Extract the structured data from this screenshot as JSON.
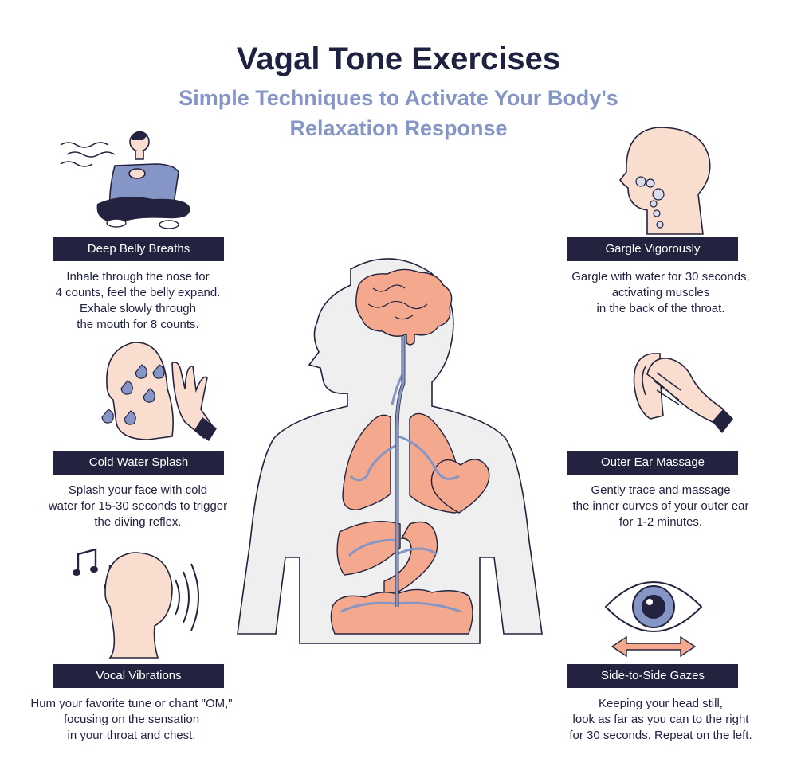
{
  "title": "Vagal Tone Exercises",
  "subtitle": "Simple Techniques to Activate Your Body's Relaxation Response",
  "colors": {
    "navy": "#23233f",
    "periwinkle": "#8596c6",
    "peach": "#f9ddcf",
    "salmon": "#f4a88d",
    "body_gray": "#efefef"
  },
  "exercises": [
    {
      "label": "Deep Belly Breaths",
      "icon": "meditating-person-icon",
      "lines": [
        "Inhale through the nose for",
        "4 counts, feel the belly expand.",
        "Exhale slowly through",
        "the mouth for 8 counts."
      ]
    },
    {
      "label": "Cold Water Splash",
      "icon": "face-splash-icon",
      "lines": [
        "Splash your face with cold",
        "water for 15-30 seconds to trigger",
        "the diving reflex."
      ]
    },
    {
      "label": "Vocal Vibrations",
      "icon": "humming-head-icon",
      "lines": [
        "Hum your favorite tune or chant \"OM,\"",
        "focusing on the sensation",
        "in your throat and chest."
      ]
    },
    {
      "label": "Gargle Vigorously",
      "icon": "gargling-head-icon",
      "lines": [
        "Gargle with water for 30 seconds,",
        "activating muscles",
        "in the back of the throat."
      ]
    },
    {
      "label": "Outer Ear Massage",
      "icon": "ear-massage-icon",
      "lines": [
        "Gently trace and massage",
        "the inner curves of your outer ear",
        "for 1-2 minutes."
      ]
    },
    {
      "label": "Side-to-Side Gazes",
      "icon": "eye-gaze-icon",
      "lines": [
        "Keeping your head still,",
        "look as far as you can to the right",
        "for 30 seconds. Repeat on the left."
      ]
    }
  ]
}
